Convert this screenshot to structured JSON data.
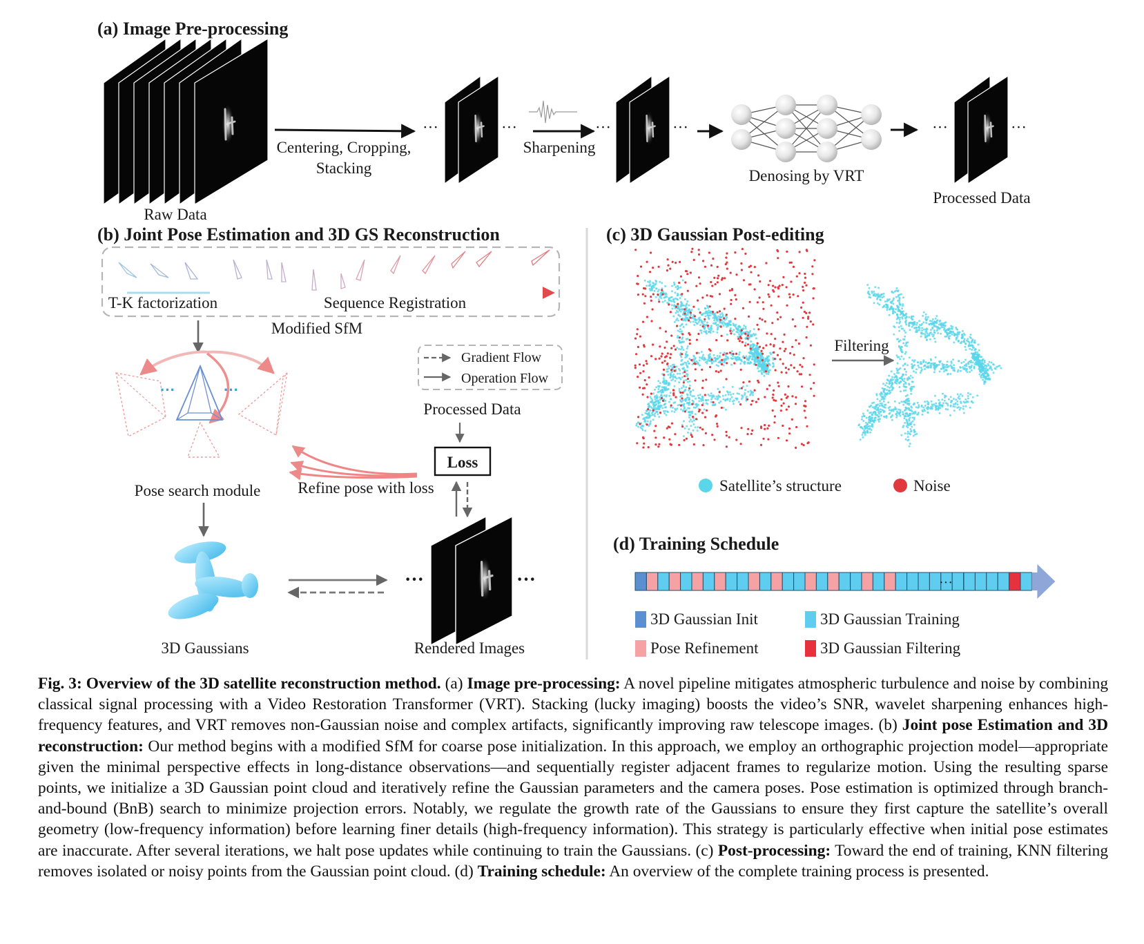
{
  "panel_a": {
    "title": "(a) Image Pre-processing",
    "raw_data": "Raw Data",
    "step1_line1": "Centering, Cropping,",
    "step1_line2": "Stacking",
    "step2": "Sharpening",
    "step3": "Denosing by VRT",
    "processed": "Processed Data",
    "ellipsis": "···"
  },
  "panel_b": {
    "title": "(b) Joint Pose Estimation and 3D GS Reconstruction",
    "tk": "T-K factorization",
    "seqreg": "Sequence Registration",
    "sfm": "Modified SfM",
    "legend_gradient": "Gradient Flow",
    "legend_operation": "Operation Flow",
    "processed": "Processed Data",
    "loss": "Loss",
    "refine": "Refine pose with loss",
    "pose_search": "Pose search module",
    "gaussians": "3D Gaussians",
    "rendered": "Rendered Images",
    "ellipsis": "···"
  },
  "panel_c": {
    "title": "(c) 3D Gaussian Post-editing",
    "filtering": "Filtering",
    "legend_struct": "Satellite’s structure",
    "legend_noise": "Noise",
    "colors": {
      "structure": "#5ad6ea",
      "noise": "#e0393e"
    }
  },
  "panel_d": {
    "title": "(d) Training Schedule",
    "ellipsis": "···",
    "legend_init": "3D Gaussian Init",
    "legend_training": "3D Gaussian Training",
    "legend_refine": "Pose Refinement",
    "legend_filter": "3D Gaussian Filtering",
    "schedule_main": "IRTRTRTRTTRTRTTRTRTTRTRTTTTTT",
    "schedule_tail": "TTTTFT",
    "colors": {
      "init": "#5b90d0",
      "training": "#5fcdf0",
      "refine": "#f6a1a4",
      "filter": "#e5323d",
      "arrow": "#8ea6d8"
    }
  },
  "caption": {
    "fig": "Fig. 3: Overview of the 3D satellite reconstruction method.",
    "a_label": " (a) ",
    "a_bold": "Image pre-processing:",
    "a_text": " A novel pipeline mitigates atmospheric turbulence and noise by combining classical signal processing with a Video Restoration Transformer (VRT). Stacking (lucky imaging) boosts the video’s SNR, wavelet sharpening enhances high-frequency features, and VRT removes non-Gaussian noise and complex artifacts, significantly improving raw telescope images.",
    "b_label": " (b) ",
    "b_bold": "Joint pose Estimation and 3D reconstruction:",
    "b_text": " Our method begins with a modified SfM for coarse pose initialization. In this approach, we employ an orthographic projection model—appropriate given the minimal perspective effects in long-distance observations—and sequentially register adjacent frames to regularize motion. Using the resulting sparse points, we initialize a 3D Gaussian point cloud and iteratively refine the Gaussian parameters and the camera poses. Pose estimation is optimized through branch-and-bound (BnB) search to minimize projection errors. Notably, we regulate the growth rate of the Gaussians to ensure they first capture the satellite’s overall geometry (low-frequency information) before learning finer details (high-frequency information). This strategy is particularly effective when initial pose estimates are inaccurate. After several iterations, we halt pose updates while continuing to train the Gaussians.",
    "c_label": " (c) ",
    "c_bold": "Post-processing:",
    "c_text": " Toward the end of training, KNN filtering removes isolated or noisy points from the Gaussian point cloud.",
    "d_label": " (d) ",
    "d_bold": "Training schedule:",
    "d_text": " An overview of the complete training process is presented."
  }
}
